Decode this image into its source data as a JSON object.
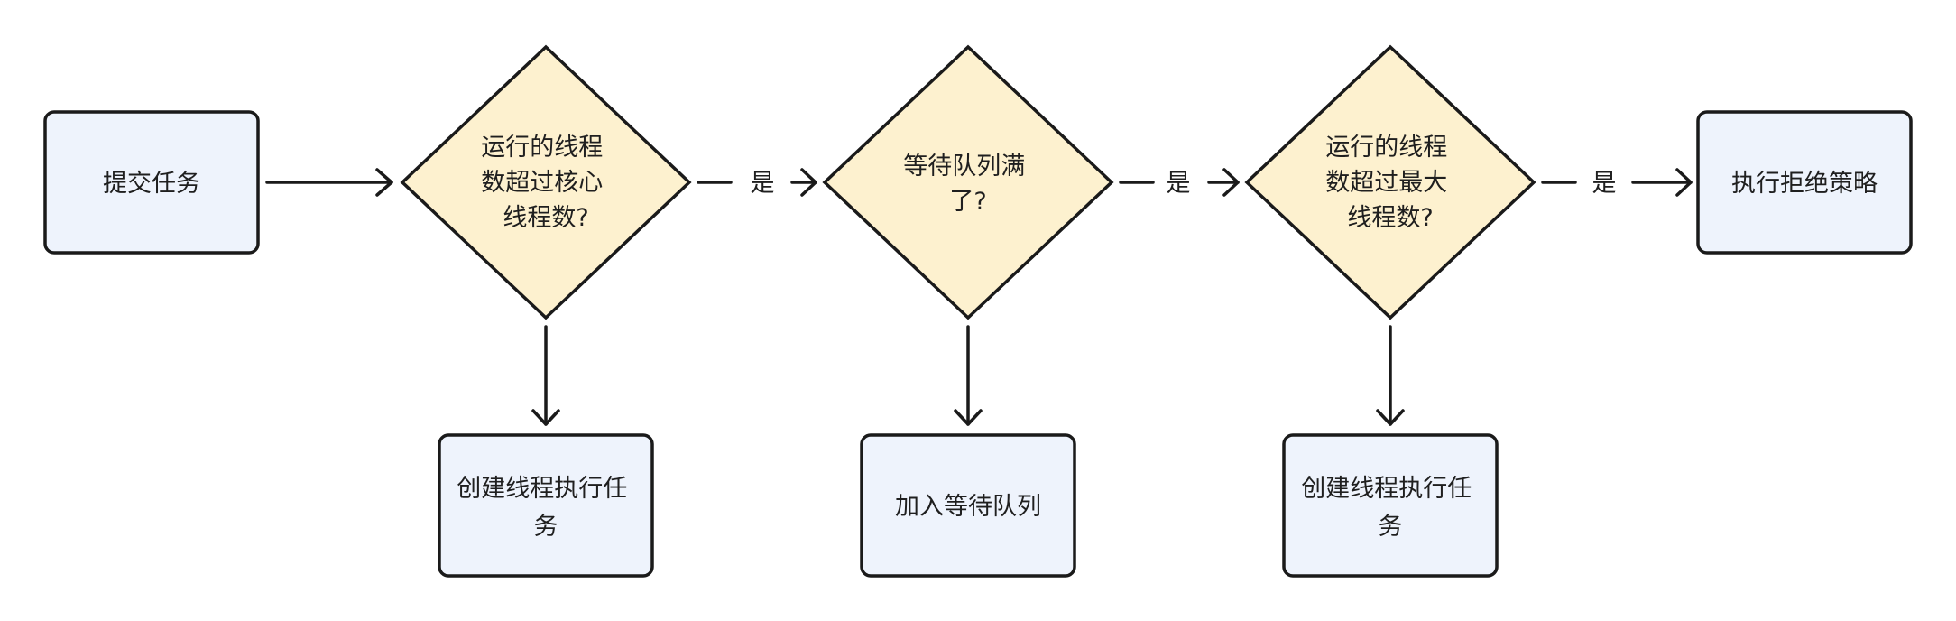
{
  "colors": {
    "process_fill": "#eef3fc",
    "decision_fill": "#fdf1cf",
    "stroke": "#1a1a1a",
    "text": "#1f1f1f"
  },
  "nodes": {
    "start": [
      "提交任务"
    ],
    "decision_core": [
      "运行的线程",
      "数超过核心",
      "线程数?"
    ],
    "decision_queue": [
      "等待队列满",
      "了?"
    ],
    "decision_max": [
      "运行的线程",
      "数超过最大",
      "线程数?"
    ],
    "reject": [
      "执行拒绝策略"
    ],
    "create_core": [
      "创建线程执行任",
      "务"
    ],
    "enqueue": [
      "加入等待队列"
    ],
    "create_max": [
      "创建线程执行任",
      "务"
    ]
  },
  "edges": {
    "yes_1": "是",
    "yes_2": "是",
    "yes_3": "是"
  }
}
